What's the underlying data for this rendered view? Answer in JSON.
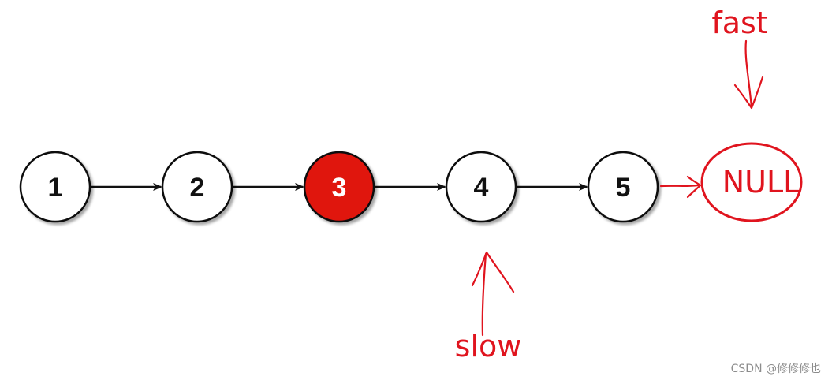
{
  "diagram": {
    "nodes": [
      {
        "id": "n1",
        "label": "1",
        "highlighted": false
      },
      {
        "id": "n2",
        "label": "2",
        "highlighted": false
      },
      {
        "id": "n3",
        "label": "3",
        "highlighted": true
      },
      {
        "id": "n4",
        "label": "4",
        "highlighted": false
      },
      {
        "id": "n5",
        "label": "5",
        "highlighted": false
      }
    ],
    "null_label": "NULL",
    "fast_label": "fast",
    "slow_label": "slow",
    "highlight_color": "#e0120f",
    "annotation_color": "#e0141e"
  },
  "watermark": "CSDN @修修修也"
}
